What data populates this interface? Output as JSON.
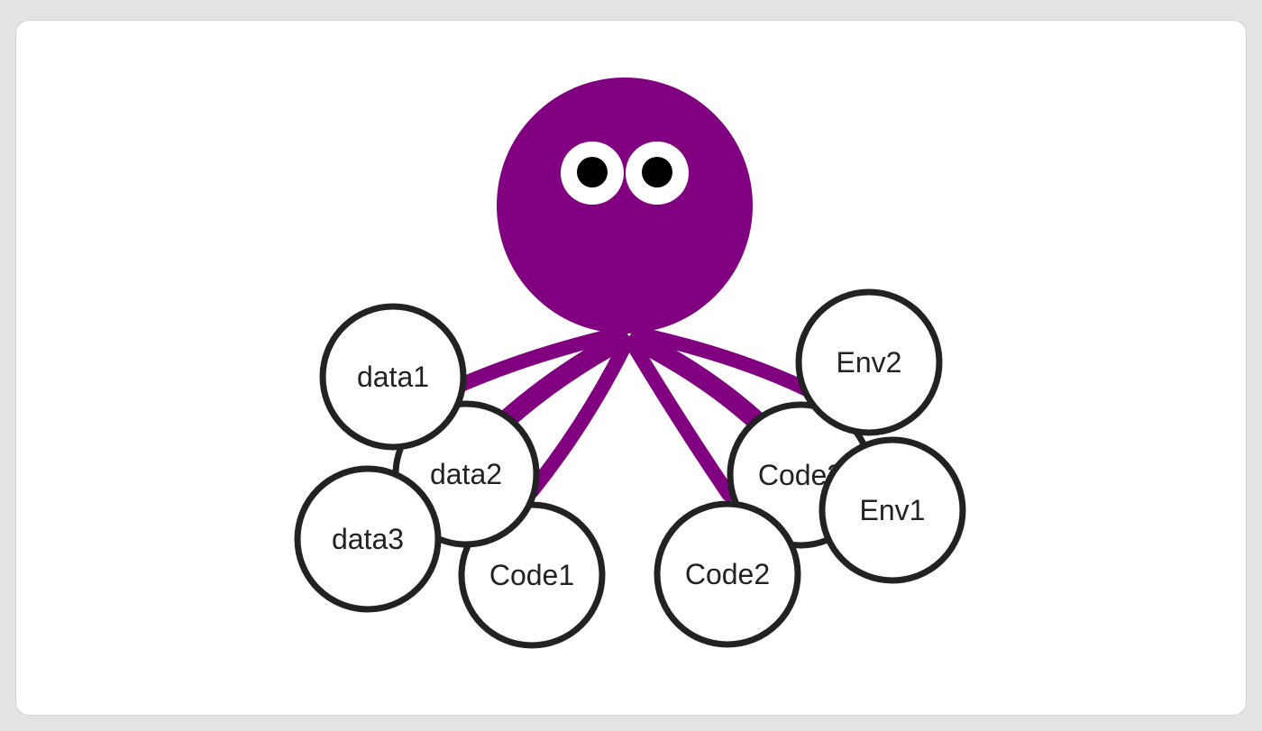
{
  "diagram": {
    "colors": {
      "body": "#800080",
      "node_fill": "#ffffff",
      "node_stroke": "#222222",
      "background": "#ffffff",
      "frame": "#e3e3e3"
    },
    "nodes": [
      {
        "id": "data1",
        "label": "data1"
      },
      {
        "id": "data2",
        "label": "data2"
      },
      {
        "id": "data3",
        "label": "data3"
      },
      {
        "id": "code1",
        "label": "Code1"
      },
      {
        "id": "code2",
        "label": "Code2"
      },
      {
        "id": "code3",
        "label": "Code3"
      },
      {
        "id": "env1",
        "label": "Env1"
      },
      {
        "id": "env2",
        "label": "Env2"
      }
    ]
  }
}
